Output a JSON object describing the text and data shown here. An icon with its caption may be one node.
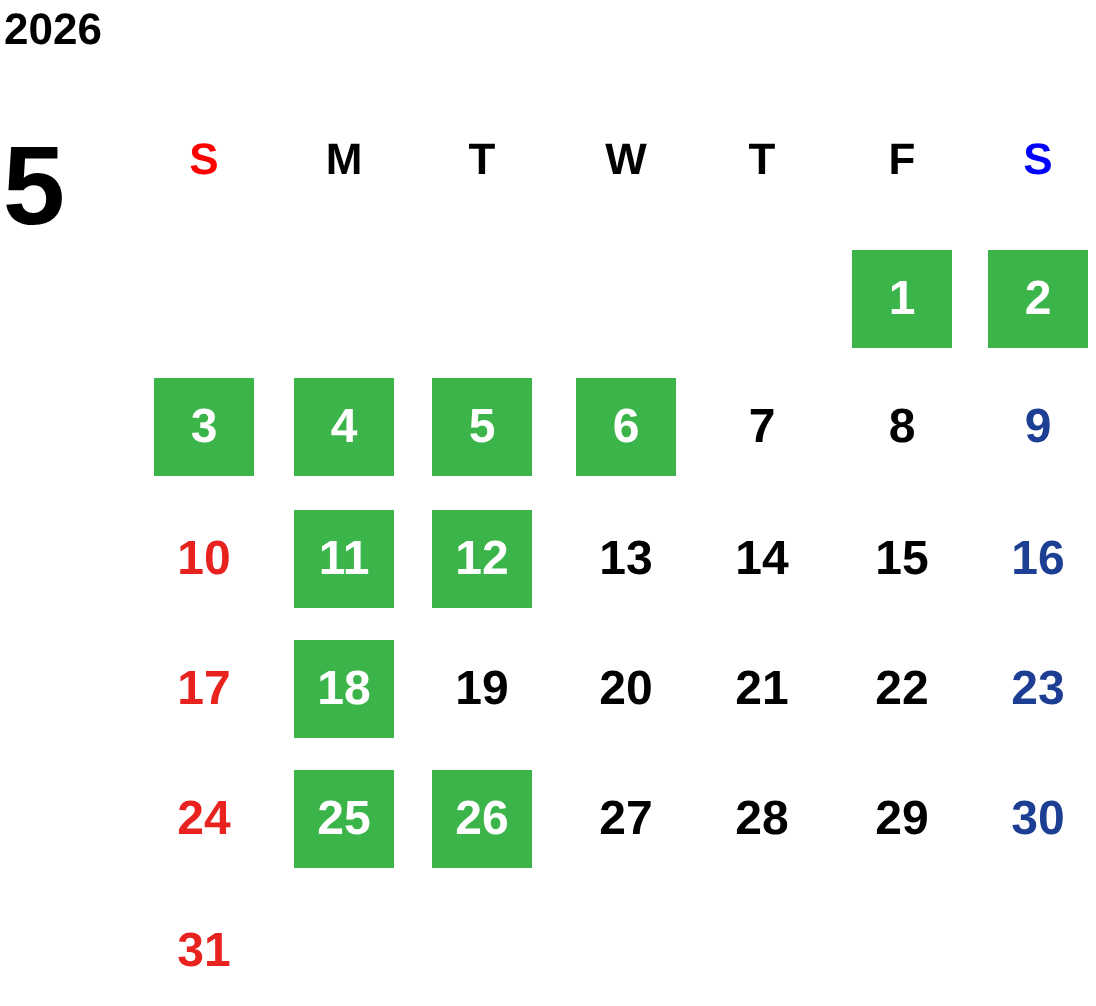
{
  "diagram": {
    "title": "2026",
    "nodes": [
      {
        "text": [
          "1"
        ]
      },
      {
        "text": [
          "2"
        ]
      },
      {
        "text": [
          "3"
        ]
      },
      {
        "text": [
          "4"
        ]
      },
      {
        "text": [
          "5"
        ]
      },
      {
        "text": [
          "6"
        ]
      },
      {
        "text": [
          "11"
        ]
      },
      {
        "text": [
          "12"
        ]
      },
      {
        "text": [
          "18"
        ]
      },
      {
        "text": [
          "25"
        ]
      },
      {
        "text": [
          "26"
        ]
      }
    ],
    "labels": [
      "5",
      "S",
      "M",
      "T",
      "W",
      "T",
      "F",
      "S",
      "7",
      "8",
      "9",
      "10",
      "13",
      "14",
      "15",
      "16",
      "17",
      "19",
      "20",
      "21",
      "22",
      "23",
      "24",
      "27",
      "28",
      "29",
      "30",
      "31"
    ]
  }
}
